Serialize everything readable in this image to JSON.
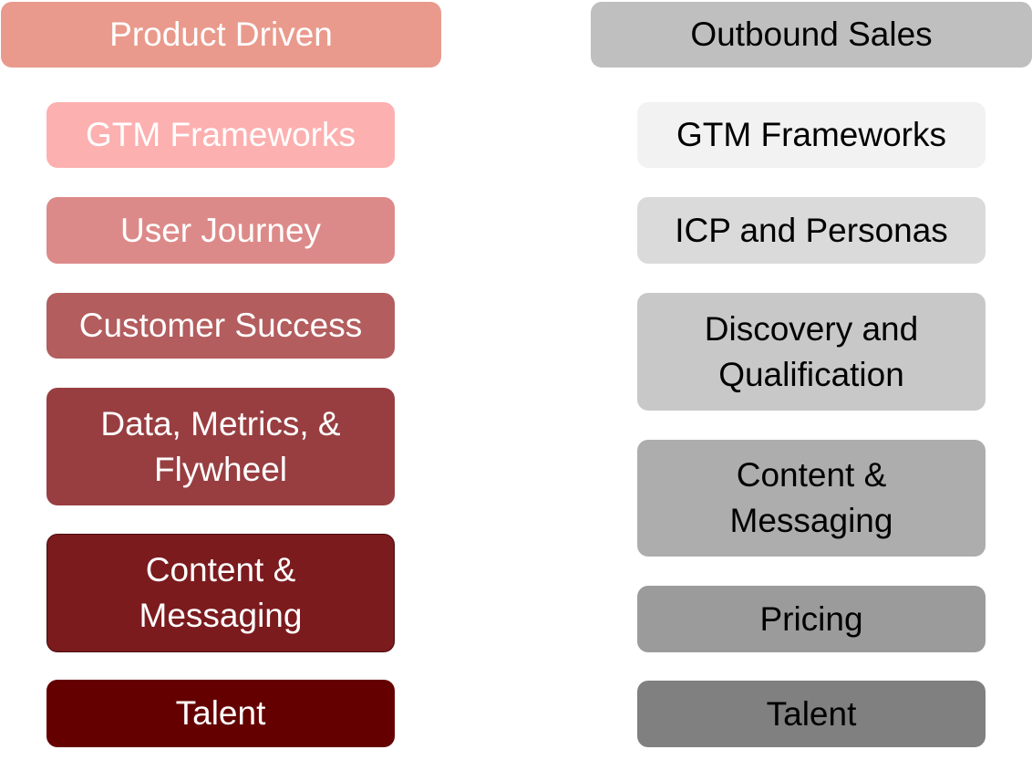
{
  "left_column": {
    "header": {
      "label": "Product Driven",
      "color": "#e99a8c"
    },
    "items": [
      {
        "label": "GTM Frameworks",
        "color": "#fdb0b0"
      },
      {
        "label": "User Journey",
        "color": "#dc8a89"
      },
      {
        "label": "Customer Success",
        "color": "#b35d5e"
      },
      {
        "label": "Data, Metrics, &\nFlywheel",
        "color": "#983e41"
      },
      {
        "label": "Content &\nMessaging",
        "color": "#7b1b1e"
      },
      {
        "label": "Talent",
        "color": "#650001"
      }
    ]
  },
  "right_column": {
    "header": {
      "label": "Outbound Sales",
      "color": "#bfbfbf"
    },
    "items": [
      {
        "label": "GTM Frameworks",
        "color": "#f2f2f2"
      },
      {
        "label": "ICP and Personas",
        "color": "#dadada"
      },
      {
        "label": "Discovery and\nQualification",
        "color": "#c8c8c8"
      },
      {
        "label": "Content &\nMessaging",
        "color": "#adadad"
      },
      {
        "label": "Pricing",
        "color": "#9b9b9b"
      },
      {
        "label": "Talent",
        "color": "#808080"
      }
    ]
  }
}
